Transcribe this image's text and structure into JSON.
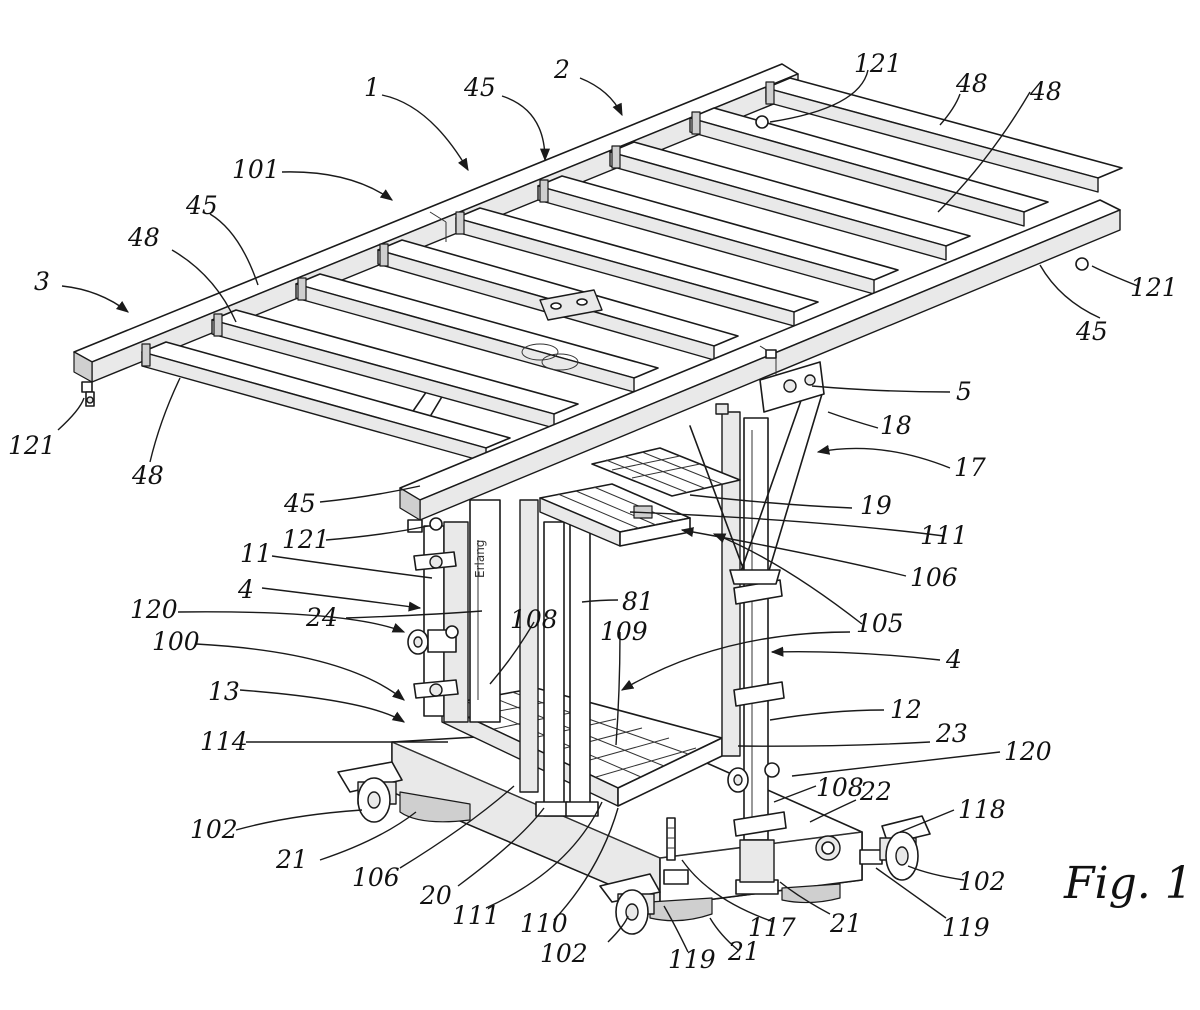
{
  "figure": {
    "caption": "Fig. 1",
    "labels": {
      "l1": "1",
      "l2": "2",
      "l3": "3",
      "l4a": "4",
      "l4b": "4",
      "l5": "5",
      "l11": "11",
      "l12": "12",
      "l13": "13",
      "l17": "17",
      "l18": "18",
      "l19": "19",
      "l20": "20",
      "l21a": "21",
      "l21b": "21",
      "l21c": "21",
      "l22": "22",
      "l23": "23",
      "l24": "24",
      "l45a": "45",
      "l45b": "45",
      "l45c": "45",
      "l45d": "45",
      "l48a": "48",
      "l48b": "48",
      "l48c": "48",
      "l48d": "48",
      "l81": "81",
      "l100": "100",
      "l101": "101",
      "l102a": "102",
      "l102b": "102",
      "l102c": "102",
      "l105": "105",
      "l106a": "106",
      "l106b": "106",
      "l108a": "108",
      "l108b": "108",
      "l109": "109",
      "l110": "110",
      "l111a": "111",
      "l111b": "111",
      "l114": "114",
      "l117": "117",
      "l118": "118",
      "l119a": "119",
      "l119b": "119",
      "l120a": "120",
      "l120b": "120",
      "l121a": "121",
      "l121b": "121",
      "l121c": "121",
      "l121d": "121"
    }
  }
}
